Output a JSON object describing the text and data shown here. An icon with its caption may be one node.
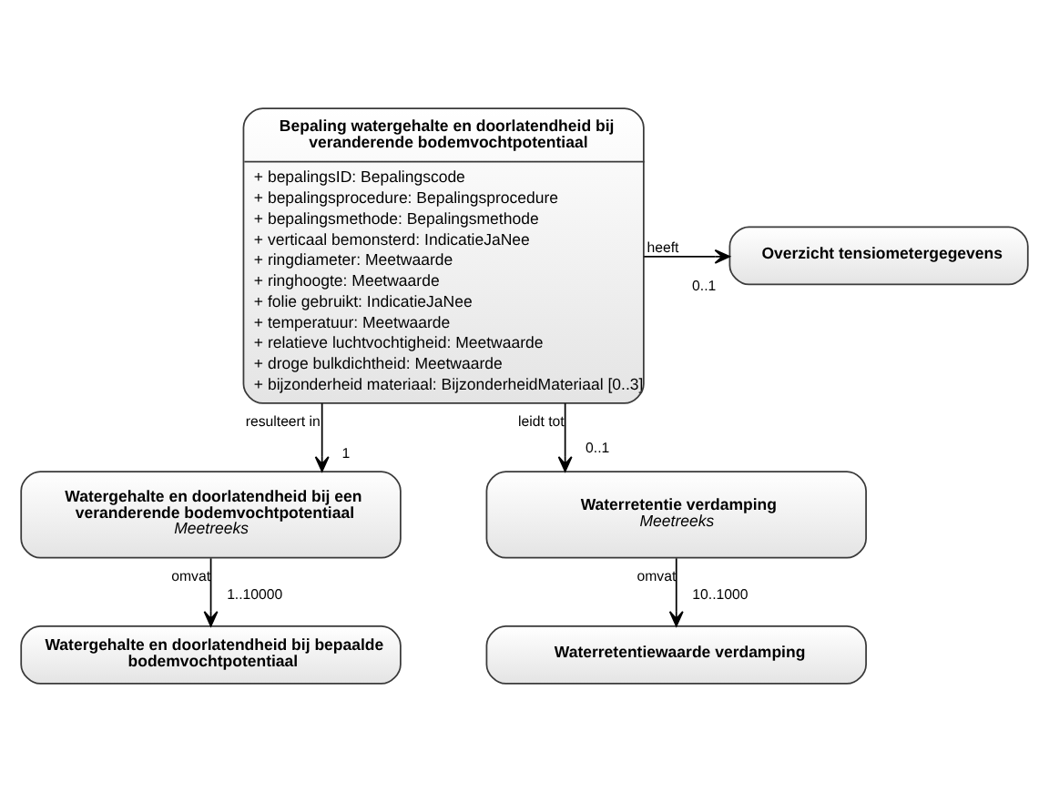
{
  "diagram": {
    "nodes": [
      {
        "text": [
          "Bepaling watergehalte en doorlatendheid bij veranderende bodemvochtpotentiaal",
          "+ bepalingsID: Bepalingscode",
          "+ bepalingsprocedure: Bepalingsprocedure",
          "+ bepalingsmethode: Bepalingsmethode",
          "+ verticaal bemonsterd: IndicatieJaNee",
          "+ ringdiameter: Meetwaarde",
          "+ ringhoogte: Meetwaarde",
          "+ folie gebruikt: IndicatieJaNee",
          "+ temperatuur: Meetwaarde",
          "+ relatieve luchtvochtigheid: Meetwaarde",
          "+ droge bulkdichtheid: Meetwaarde",
          "+ bijzonderheid materiaal: BijzonderheidMateriaal [0..3]"
        ]
      },
      {
        "text": [
          "Overzicht tensiometergegevens"
        ]
      },
      {
        "text": [
          "Watergehalte en doorlatendheid bij een veranderende bodemvochtpotentiaal",
          "Meetreeks"
        ]
      },
      {
        "text": [
          "Waterretentie verdamping",
          "Meetreeks"
        ]
      },
      {
        "text": [
          "Watergehalte en doorlatendheid bij bepaalde bodemvochtpotentiaal"
        ]
      },
      {
        "text": [
          "Waterretentiewaarde verdamping"
        ]
      }
    ],
    "edges": [
      {
        "from": 0,
        "to": 1,
        "arrow": "to",
        "label": "heeft"
      },
      {
        "from": 0,
        "to": 2,
        "arrow": "to",
        "label": "resulteert in"
      },
      {
        "from": 0,
        "to": 3,
        "arrow": "to",
        "label": "leidt tot"
      },
      {
        "from": 2,
        "to": 4,
        "arrow": "to",
        "label": "omvat"
      },
      {
        "from": 3,
        "to": 5,
        "arrow": "to",
        "label": "omvat"
      }
    ],
    "labels": [
      "0..1",
      "1",
      "0..1",
      "1..10000",
      "10..1000"
    ]
  }
}
